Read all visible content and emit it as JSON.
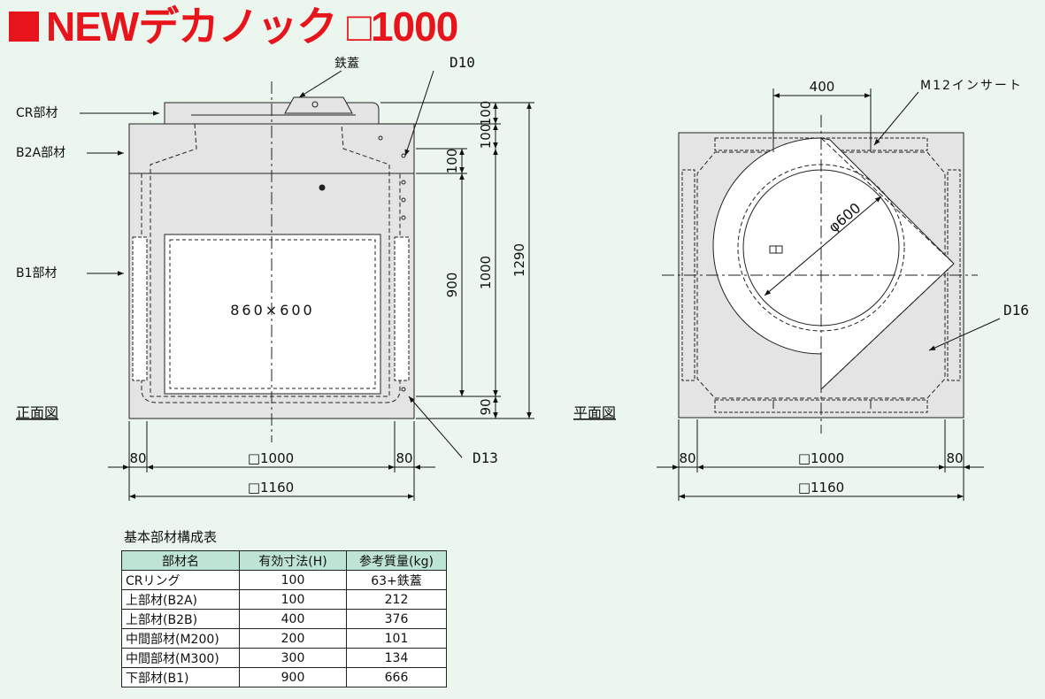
{
  "title": "NEWデカノック □1000",
  "front_view": {
    "label": "正面図",
    "part_labels": [
      "CR部材",
      "B2A部材",
      "B1部材"
    ],
    "cover_label": "鉄蓋",
    "rebar_top": "D10",
    "rebar_bottom": "D13",
    "opening": "860×600",
    "dims_vertical": [
      "100",
      "100",
      "100",
      "900",
      "90",
      "1000",
      "1290"
    ],
    "dims_horizontal": [
      "80",
      "□1000",
      "80",
      "□1160"
    ]
  },
  "plan_view": {
    "label": "平面図",
    "insert": "M12インサート",
    "rebar": "D16",
    "dim_top": "400",
    "diameter": "φ600",
    "dims_horizontal": [
      "80",
      "□1000",
      "80",
      "□1160"
    ]
  },
  "table": {
    "caption": "基本部材構成表",
    "headers": [
      "部材名",
      "有効寸法(H)",
      "参考質量(kg)"
    ],
    "rows": [
      [
        "CRリング",
        "100",
        "63+鉄蓋"
      ],
      [
        "上部材(B2A)",
        "100",
        "212"
      ],
      [
        "上部材(B2B)",
        "400",
        "376"
      ],
      [
        "中間部材(M200)",
        "200",
        "101"
      ],
      [
        "中間部材(M300)",
        "300",
        "134"
      ],
      [
        "下部材(B1)",
        "900",
        "666"
      ]
    ]
  },
  "colors": {
    "accent": "#e8141c",
    "background": "#eaf6ee",
    "concrete": "#e4e4e4",
    "header_fill": "#bde4d4"
  }
}
